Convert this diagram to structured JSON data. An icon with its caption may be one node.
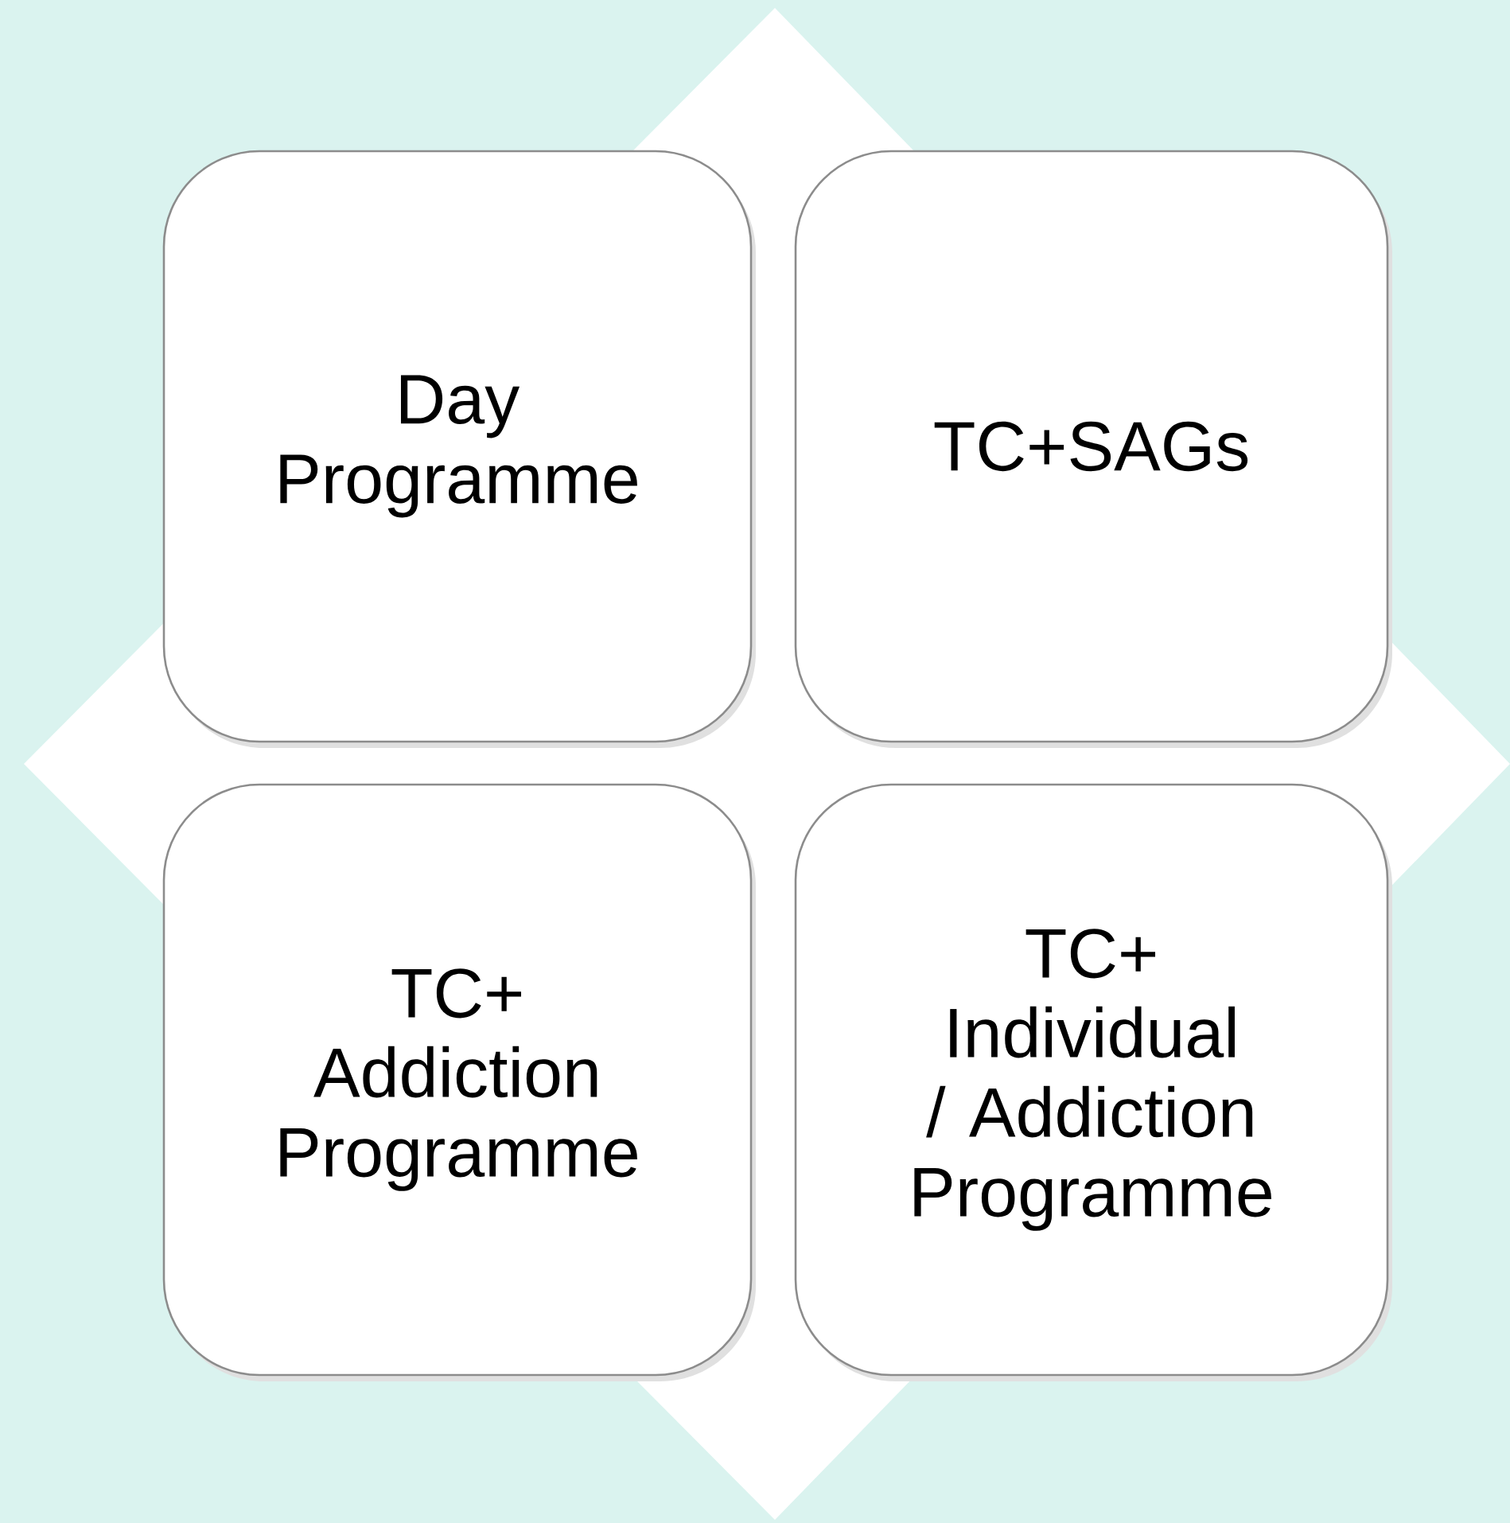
{
  "diagram": {
    "nodes": [
      {
        "text": [
          "Day Programme"
        ]
      },
      {
        "text": [
          "TC+SAGs"
        ]
      },
      {
        "text": [
          "TC+ Addiction Programme"
        ]
      },
      {
        "text": [
          "TC+ Individual / Addiction Programme"
        ]
      }
    ]
  }
}
